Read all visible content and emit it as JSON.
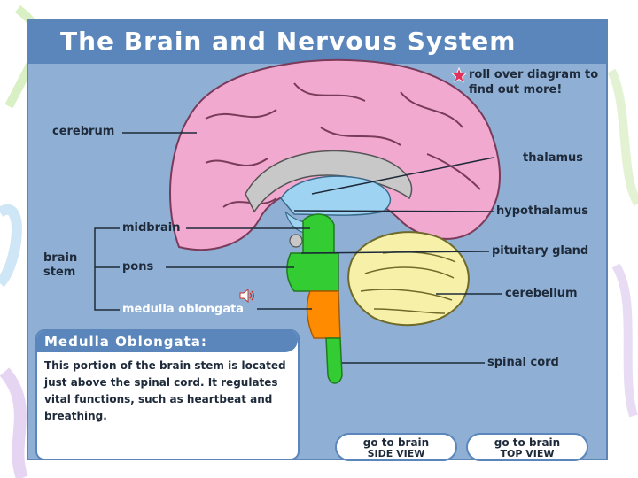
{
  "title": "The Brain and Nervous System",
  "hint": "roll over diagram to find out more!",
  "labels": {
    "cerebrum": "cerebrum",
    "thalamus": "thalamus",
    "hypothalamus": "hypothalamus",
    "midbrain": "midbrain",
    "brain_stem": "brain stem",
    "pons": "pons",
    "pituitary_gland": "pituitary gland",
    "cerebellum": "cerebellum",
    "medulla_oblongata": "medulla oblongata",
    "spinal_cord": "spinal cord"
  },
  "info": {
    "title": "Medulla Oblongata:",
    "text": "This portion of the brain stem is located just above the spinal cord. It regulates vital functions, such as heartbeat and breathing."
  },
  "buttons": {
    "side_view_line1": "go to brain",
    "side_view_line2": "SIDE VIEW",
    "top_view_line1": "go to brain",
    "top_view_line2": "TOP VIEW"
  },
  "icons": {
    "hint": "star-icon",
    "audio": "speaker-icon"
  },
  "colors": {
    "panel_bg": "#8fb0d4",
    "title_bar": "#5a86bb",
    "cerebrum": "#f2a9cf",
    "cerebellum": "#f6f0a8",
    "thalamus": "#9fd3f2",
    "brain_stem": "#33cc33",
    "medulla_highlight": "#ff8c00"
  }
}
